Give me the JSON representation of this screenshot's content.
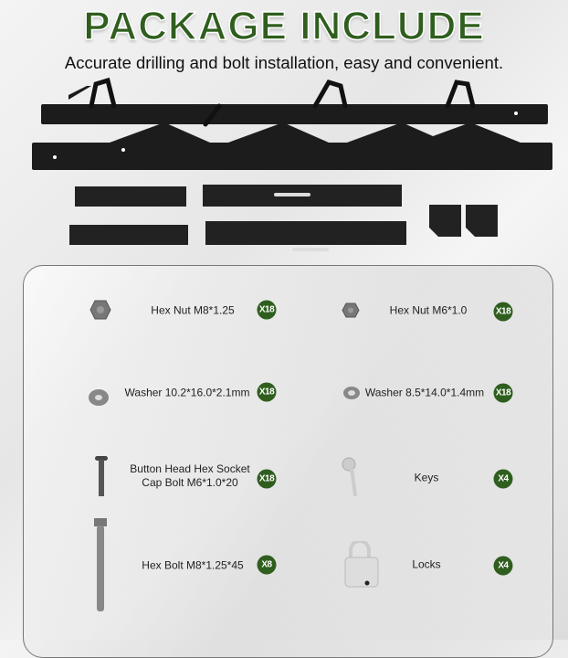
{
  "header": {
    "title": "PACKAGE INCLUDE",
    "subtitle": "Accurate drilling and bolt installation, easy and convenient."
  },
  "colors": {
    "accent": "#2f5e1e"
  },
  "items": [
    {
      "label": "Hex Nut M8*1.25",
      "qty": "X18",
      "icon": "hex-nut-icon"
    },
    {
      "label": "Hex Nut M6*1.0",
      "qty": "X18",
      "icon": "hex-nut-icon"
    },
    {
      "label": "Washer 10.2*16.0*2.1mm",
      "qty": "X18",
      "icon": "washer-icon"
    },
    {
      "label": "Washer 8.5*14.0*1.4mm",
      "qty": "X18",
      "icon": "washer-icon"
    },
    {
      "label": "Button Head Hex Socket\nCap Bolt M6*1.0*20",
      "qty": "X18",
      "icon": "socket-bolt-icon"
    },
    {
      "label": "Keys",
      "qty": "X4",
      "icon": "key-icon"
    },
    {
      "label": "Hex Bolt M8*1.25*45",
      "qty": "X8",
      "icon": "hex-bolt-icon"
    },
    {
      "label": "Locks",
      "qty": "X4",
      "icon": "padlock-icon"
    }
  ]
}
